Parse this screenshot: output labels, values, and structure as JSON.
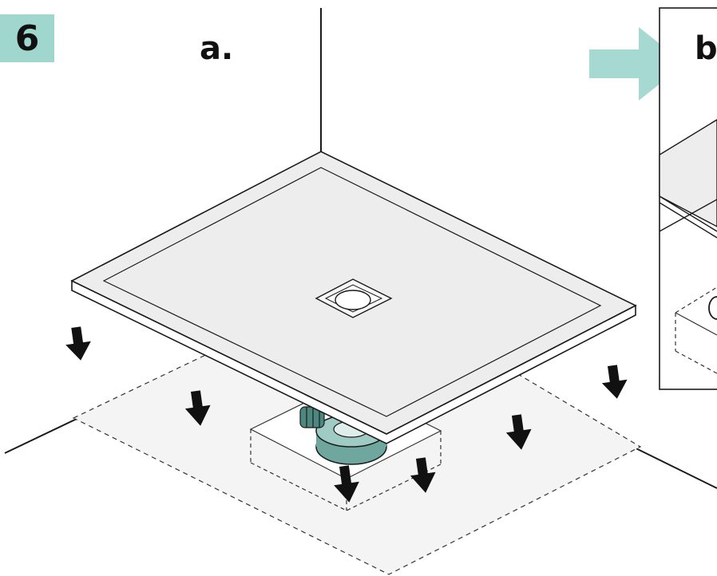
{
  "step": {
    "number": "6"
  },
  "panels": {
    "a_label": "a.",
    "b_label": "b"
  },
  "colors": {
    "badge": "#9fd6ce",
    "arrow_accent": "#a5d9d2",
    "tray_fill": "#ededed",
    "floor_fill": "#f4f4f4",
    "drain_body": "#6fa79f",
    "drain_body_light": "#9fcbc4",
    "line": "#1a1a1a"
  },
  "icons": {
    "down_arrow": "down-arrow-icon",
    "next_arrow": "right-arrow-icon"
  }
}
